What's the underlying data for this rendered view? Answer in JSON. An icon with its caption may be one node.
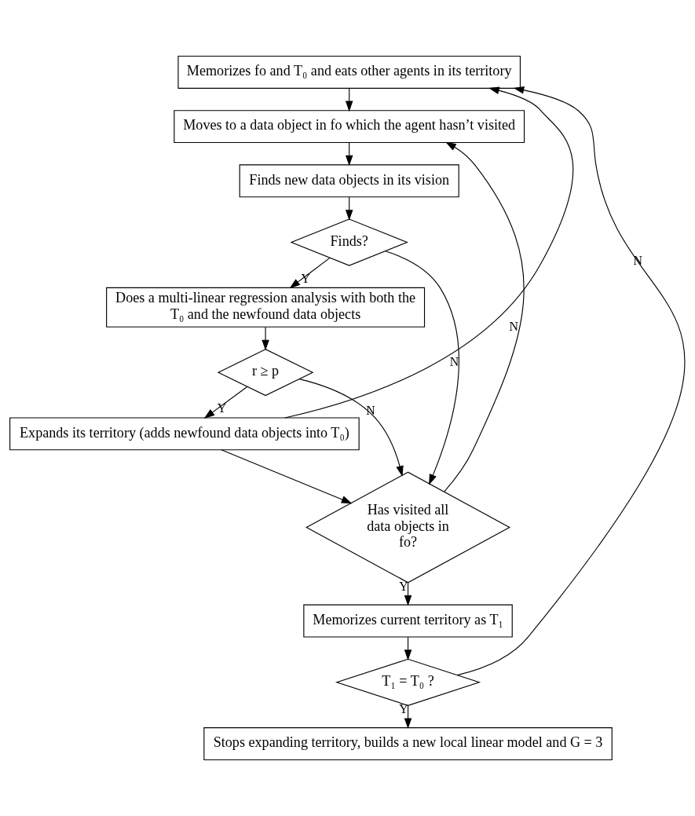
{
  "diagram": {
    "nodes": [
      {
        "text": [
          "Memorizes fo and T₀ and eats other agents in its territory"
        ]
      },
      {
        "text": [
          "Moves to a data object in fo which the agent hasn’t visited"
        ]
      },
      {
        "text": [
          "Finds new data objects in its vision"
        ]
      },
      {
        "text": [
          "Finds?"
        ]
      },
      {
        "text": [
          "Does a multi-linear regression analysis with both the T₀ and the newfound data objects"
        ]
      },
      {
        "text": [
          "r ≥ p"
        ]
      },
      {
        "text": [
          "Expands its territory (adds newfound data objects into T₀)"
        ]
      },
      {
        "text": [
          "Has visited all data objects in fo?"
        ]
      },
      {
        "text": [
          "Memorizes current territory as T₁"
        ]
      },
      {
        "text": [
          "T₁ = T₀ ?"
        ]
      },
      {
        "text": [
          "Stops expanding territory, builds a new local linear model and G = 3"
        ]
      }
    ],
    "edges": [
      {
        "from": 0,
        "to": 1,
        "arrow": "to"
      },
      {
        "from": 1,
        "to": 2,
        "arrow": "to"
      },
      {
        "from": 2,
        "to": 3,
        "arrow": "to"
      },
      {
        "from": 3,
        "to": 4,
        "arrow": "to",
        "label": "Y"
      },
      {
        "from": 3,
        "to": 7,
        "arrow": "to",
        "label": "N"
      },
      {
        "from": 4,
        "to": 5,
        "arrow": "to"
      },
      {
        "from": 5,
        "to": 6,
        "arrow": "to",
        "label": "Y"
      },
      {
        "from": 5,
        "to": 7,
        "arrow": "to",
        "label": "N"
      },
      {
        "from": 6,
        "to": 7,
        "arrow": "to"
      },
      {
        "from": 7,
        "to": 1,
        "arrow": "to",
        "label": "N"
      },
      {
        "from": 7,
        "to": 8,
        "arrow": "to",
        "label": "Y"
      },
      {
        "from": 8,
        "to": 9,
        "arrow": "to"
      },
      {
        "from": 9,
        "to": 10,
        "arrow": "to",
        "label": "Y"
      },
      {
        "from": 6,
        "to": 0,
        "arrow": "to"
      },
      {
        "from": 9,
        "to": 0,
        "arrow": "to",
        "label": "N"
      }
    ]
  }
}
